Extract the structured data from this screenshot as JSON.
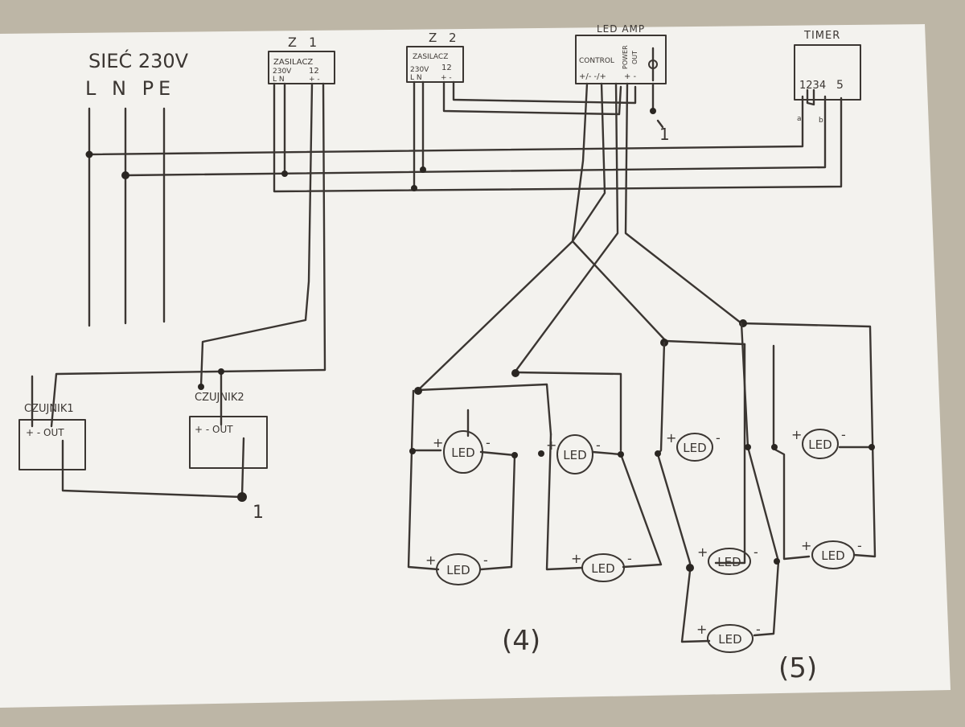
{
  "mains": {
    "title": "SIEĆ 230V",
    "lines": "L N PE"
  },
  "supply1": {
    "name": "Z 1",
    "title": "ZASILACZ",
    "spec_left": "230V",
    "spec_right": "12",
    "term_left": "L N",
    "term_right": "+ -"
  },
  "supply2": {
    "name": "Z 2",
    "title": "ZASILACZ",
    "spec_left": "230V",
    "spec_right": "12",
    "term_left": "L N",
    "term_right": "+ -"
  },
  "led_amp": {
    "title": "LED AMP",
    "control": "CONTROL",
    "control_terms": "+/- -/+",
    "power_terms": "+ -",
    "power_label": "POWER",
    "output_label": "OUT"
  },
  "timer": {
    "title": "TIMER",
    "terminals": "1234",
    "terminal5": "5",
    "sub_a": "a",
    "sub_b": "b"
  },
  "connector_mark": "1",
  "sensor1": {
    "title": "CZUJNIK1",
    "terms": "+ - OUT"
  },
  "sensor2": {
    "title": "CZUJNIK2",
    "terms": "+ - OUT"
  },
  "led_label": "LED",
  "plus": "+",
  "minus": "-",
  "group4_label": "(4)",
  "group5_label": "(5)"
}
